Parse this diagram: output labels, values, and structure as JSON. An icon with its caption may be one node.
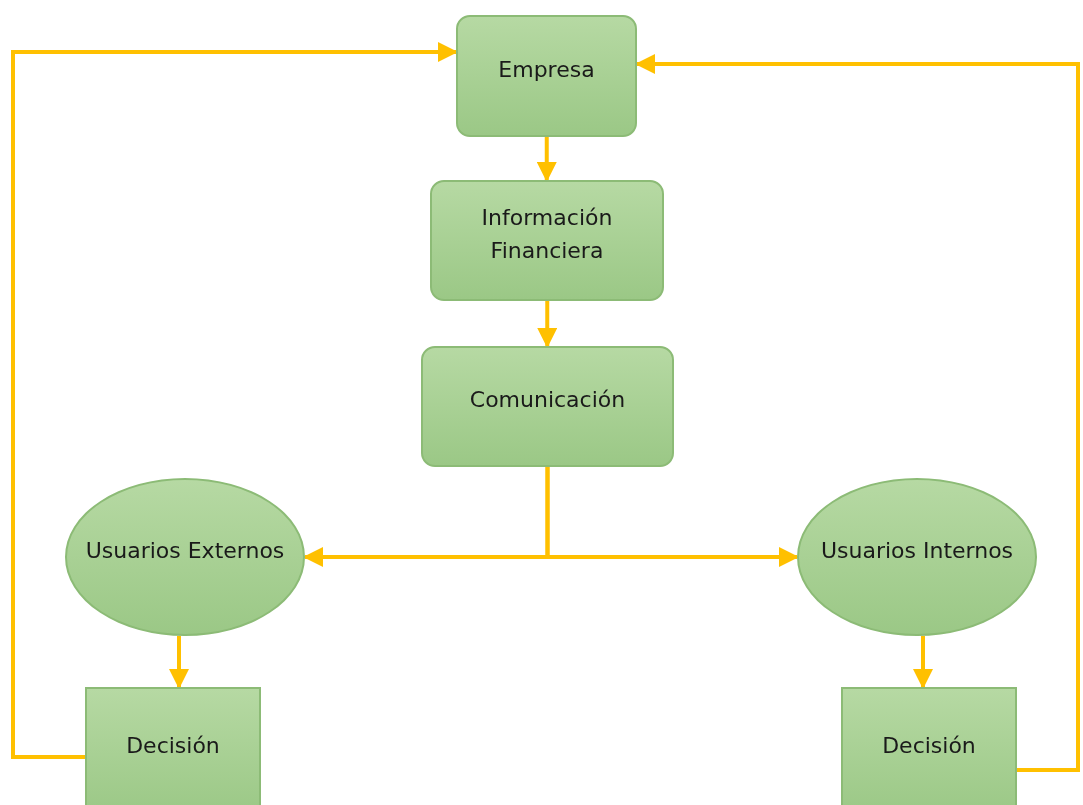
{
  "diagram": {
    "nodes": [
      {
        "text": [
          "Empresa"
        ]
      },
      {
        "text": [
          "Información Financiera"
        ]
      },
      {
        "text": [
          "Comunicación"
        ]
      },
      {
        "text": [
          "Usuarios Externos"
        ]
      },
      {
        "text": [
          "Usuarios Internos"
        ]
      },
      {
        "text": [
          "Decisión"
        ]
      },
      {
        "text": [
          "Decisión"
        ]
      }
    ],
    "edges": [
      {
        "from": 0,
        "to": 1,
        "arrow": "to"
      },
      {
        "from": 1,
        "to": 2,
        "arrow": "to"
      },
      {
        "from": 2,
        "to": 3,
        "arrow": "to"
      },
      {
        "from": 2,
        "to": 4,
        "arrow": "to"
      },
      {
        "from": 3,
        "to": 5,
        "arrow": "to"
      },
      {
        "from": 4,
        "to": 6,
        "arrow": "to"
      },
      {
        "from": 5,
        "to": 0,
        "arrow": "to"
      },
      {
        "from": 6,
        "to": 0,
        "arrow": "to"
      }
    ]
  }
}
